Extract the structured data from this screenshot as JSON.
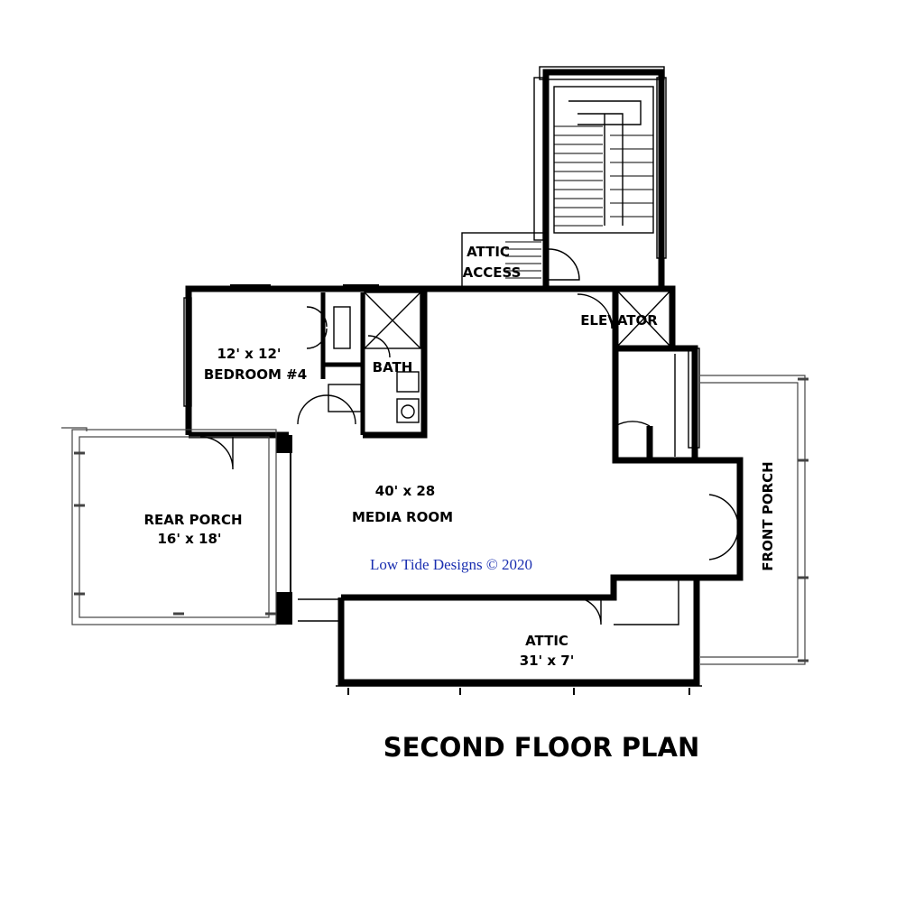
{
  "title": "SECOND FLOOR PLAN",
  "watermark": "Low Tide Designs © 2020",
  "rooms": {
    "attic_access": [
      "ATTIC",
      "ACCESS"
    ],
    "elevator": "ELEVATOR",
    "bedroom": [
      "12' x 12'",
      "BEDROOM #4"
    ],
    "bath": "BATH",
    "media_room": [
      "40' x 28",
      "MEDIA ROOM"
    ],
    "rear_porch": [
      "REAR PORCH",
      "16' x 18'"
    ],
    "front_porch": "FRONT PORCH",
    "attic": [
      "ATTIC",
      "31' x 7'"
    ]
  },
  "colors": {
    "walls": "#000000",
    "watermark": "#1a2fb0",
    "background": "#ffffff"
  }
}
